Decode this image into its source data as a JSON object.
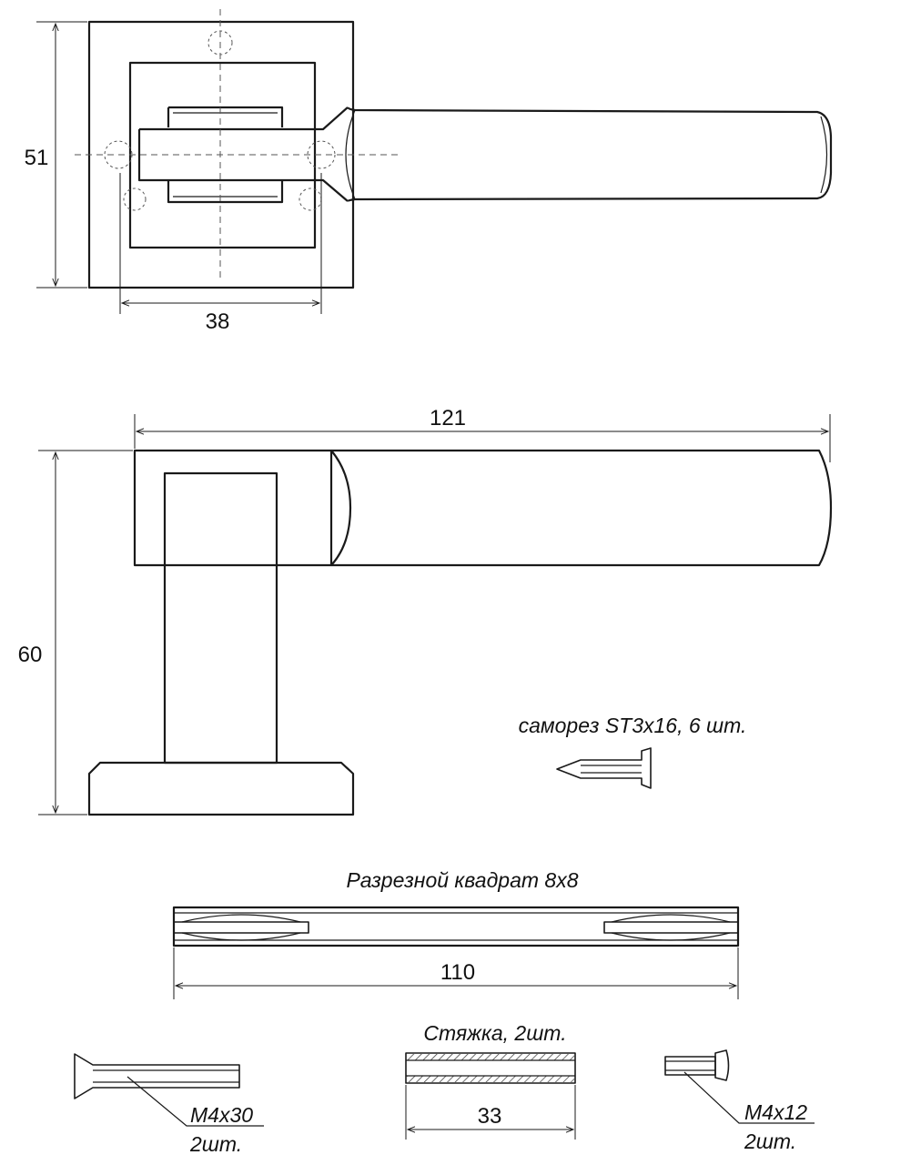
{
  "dimensions": {
    "plate_height": "51",
    "hole_spacing": "38",
    "handle_length": "121",
    "total_height": "60",
    "spindle_length": "110",
    "tie_length": "33"
  },
  "captions": {
    "self_tapping_screw": "саморез ST3x16, 6 шт.",
    "split_square": "Разрезной квадрат 8x8",
    "tie": "Стяжка, 2шт.",
    "bolt_long_size": "M4x30",
    "bolt_long_qty": "2шт.",
    "bolt_short_size": "M4x12",
    "bolt_short_qty": "2шт."
  },
  "colors": {
    "line": "#1a1a1a",
    "background": "#ffffff"
  }
}
